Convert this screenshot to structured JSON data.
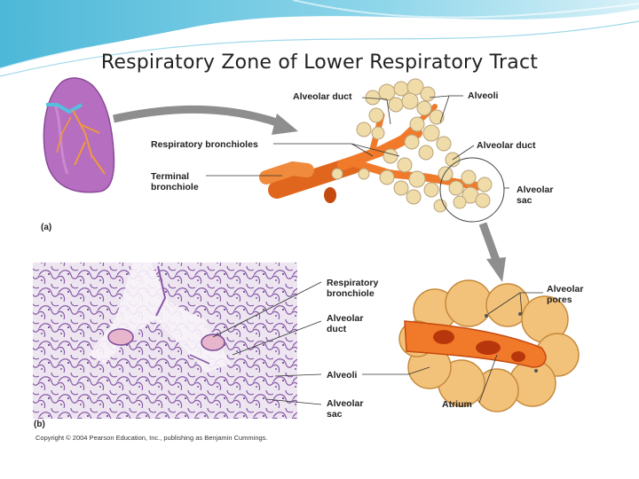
{
  "slide": {
    "title": "Respiratory Zone of Lower Respiratory Tract"
  },
  "figure_a": {
    "part_label": "(a)",
    "labels": {
      "alveolar_duct_top": "Alveolar duct",
      "alveoli_top": "Alveoli",
      "respiratory_bronchioles": "Respiratory bronchioles",
      "alveolar_duct_right": "Alveolar duct",
      "terminal_bronchiole_line1": "Terminal",
      "terminal_bronchiole_line2": "bronchiole",
      "alveolar_sac_line1": "Alveolar",
      "alveolar_sac_line2": "sac"
    }
  },
  "figure_b": {
    "part_label": "(b)",
    "labels": {
      "respiratory_bronchiole_line1": "Respiratory",
      "respiratory_bronchiole_line2": "bronchiole",
      "alveolar_duct_line1": "Alveolar",
      "alveolar_duct_line2": "duct",
      "alveoli": "Alveoli",
      "alveolar_sac_line1": "Alveolar",
      "alveolar_sac_line2": "sac",
      "alveolar_pores_line1": "Alveolar",
      "alveolar_pores_line2": "pores",
      "atrium": "Atrium"
    }
  },
  "copyright": "Copyright © 2004 Pearson Education, Inc., publishing as Benjamin Cummings.",
  "colors": {
    "header_wave": "#5bc0de",
    "lung": "#b06ab8",
    "bronchiole": "#f07a2a",
    "alveoli": "#f0dca8",
    "histology": "#a978c0"
  }
}
